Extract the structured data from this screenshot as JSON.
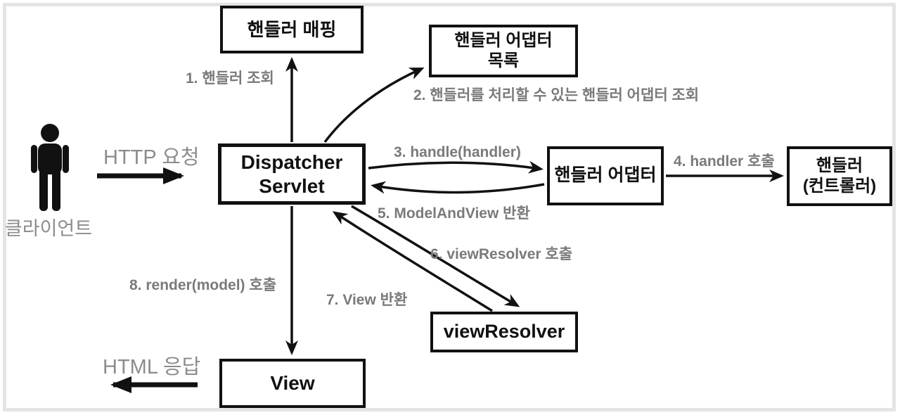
{
  "diagram": {
    "actor": {
      "label": "클라이언트"
    },
    "flows": {
      "http_request": "HTTP 요청",
      "html_response": "HTML 응답"
    },
    "boxes": {
      "handler_mapping": {
        "lines": [
          "핸들러 매핑"
        ]
      },
      "handler_adapter_list": {
        "lines": [
          "핸들러 어댑터",
          "목록"
        ]
      },
      "dispatcher_servlet": {
        "lines": [
          "Dispatcher",
          "Servlet"
        ]
      },
      "handler_adapter": {
        "lines": [
          "핸들러 어댑터"
        ]
      },
      "handler_controller": {
        "lines": [
          "핸들러",
          "(컨트롤러)"
        ]
      },
      "view_resolver": {
        "lines": [
          "viewResolver"
        ]
      },
      "view": {
        "lines": [
          "View"
        ]
      }
    },
    "steps": {
      "s1": "1. 핸들러 조회",
      "s2": "2. 핸들러를 처리할 수 있는 핸들러 어댑터 조회",
      "s3": "3. handle(handler)",
      "s4": "4. handler 호출",
      "s5": "5. ModelAndView 반환",
      "s6": "6. viewResolver 호출",
      "s7": "7. View 반환",
      "s8": "8. render(model) 호출"
    },
    "colors": {
      "box_border": "#111111",
      "arrow": "#111111",
      "step_label": "#7a7a7a",
      "flow_label": "#8c8c8c",
      "outer_border": "#e4e4e4",
      "background": "#ffffff"
    }
  }
}
